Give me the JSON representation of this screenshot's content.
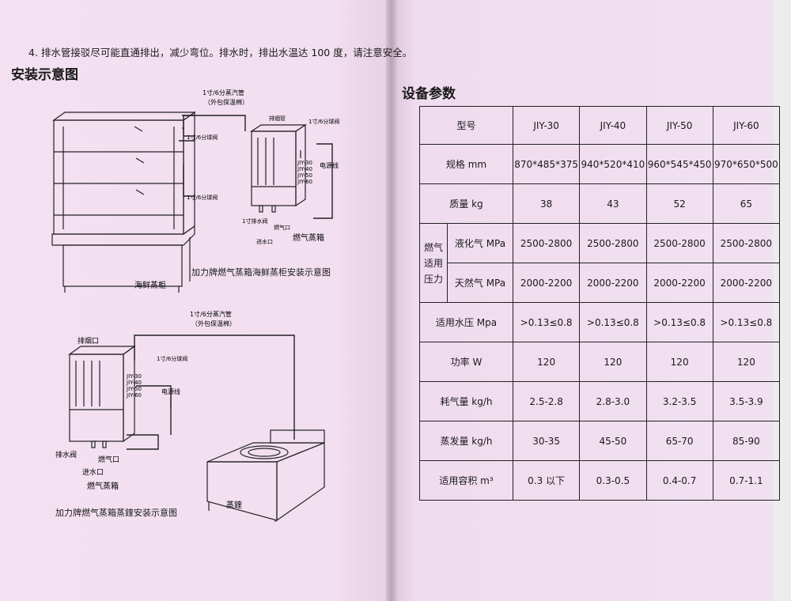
{
  "left_page": {
    "note": "4. 排水管接驳尽可能直通排出，减少弯位。排水时，排出水温达 100 度，请注意安全。",
    "section_title": "安装示意图",
    "diagram1": {
      "pipe_steam": "1寸/6分蒸汽管",
      "pipe_steam_sub": "（外包保温棉）",
      "water_inlet_a": "1寸/6分球阀",
      "water_inlet_b": "1寸/6分球阀",
      "ball_valve": "1寸/6分球阀",
      "exhaust": "排烟管",
      "models": [
        "JIY-30",
        "JIY-40",
        "JIY-50",
        "JIY-60"
      ],
      "power_line": "电源线",
      "drain": "1寸排水阀",
      "gas_in": "燃气口",
      "water_in": "进水口",
      "cabinet_label": "燃气蒸箱",
      "seafood_label": "海鲜蒸柜",
      "caption": "加力牌燃气蒸箱海鲜蒸柜安装示意图"
    },
    "diagram2": {
      "pipe_steam": "1寸/6分蒸汽管",
      "pipe_steam_sub": "（外包保温棉）",
      "exhaust": "排烟口",
      "ball_valve": "1寸/6分球阀",
      "models": [
        "JIY-30",
        "JIY-40",
        "JIY-50",
        "JIY-60"
      ],
      "power_line": "电源线",
      "drain": "排水阀",
      "gas_in": "燃气口",
      "water_in": "进水口",
      "cabinet_label": "燃气蒸箱",
      "pot_label": "蒸鍷",
      "caption": "加力牌燃气蒸箱蒸鍷安装示意图"
    }
  },
  "right_page": {
    "section_title": "设备参数",
    "table": {
      "headers": [
        "型号",
        "JIY-30",
        "JIY-40",
        "JIY-50",
        "JIY-60"
      ],
      "spec": {
        "label": "规格  mm",
        "values": [
          "870*485*375",
          "940*520*410",
          "960*545*450",
          "970*650*500"
        ]
      },
      "mass": {
        "label": "质量 kg",
        "values": [
          "38",
          "43",
          "52",
          "65"
        ]
      },
      "gas_group": "燃气\n适用\n压力",
      "lpg": {
        "label": "液化气 MPa",
        "values": [
          "2500-2800",
          "2500-2800",
          "2500-2800",
          "2500-2800"
        ]
      },
      "ng": {
        "label": "天然气 MPa",
        "values": [
          "2000-2200",
          "2000-2200",
          "2000-2200",
          "2000-2200"
        ]
      },
      "water": {
        "label": "适用水压  Mpa",
        "values": [
          ">0.13≤0.8",
          ">0.13≤0.8",
          ">0.13≤0.8",
          ">0.13≤0.8"
        ]
      },
      "power": {
        "label": "功率  W",
        "values": [
          "120",
          "120",
          "120",
          "120"
        ]
      },
      "gas_use": {
        "label": "耗气量 kg/h",
        "values": [
          "2.5-2.8",
          "2.8-3.0",
          "3.2-3.5",
          "3.5-3.9"
        ]
      },
      "steam": {
        "label": "蒸发量 kg/h",
        "values": [
          "30-35",
          "45-50",
          "65-70",
          "85-90"
        ]
      },
      "volume": {
        "label": "适用容积 m³",
        "values": [
          "0.3 以下",
          "0.3-0.5",
          "0.4-0.7",
          "0.7-1.1"
        ]
      }
    }
  }
}
